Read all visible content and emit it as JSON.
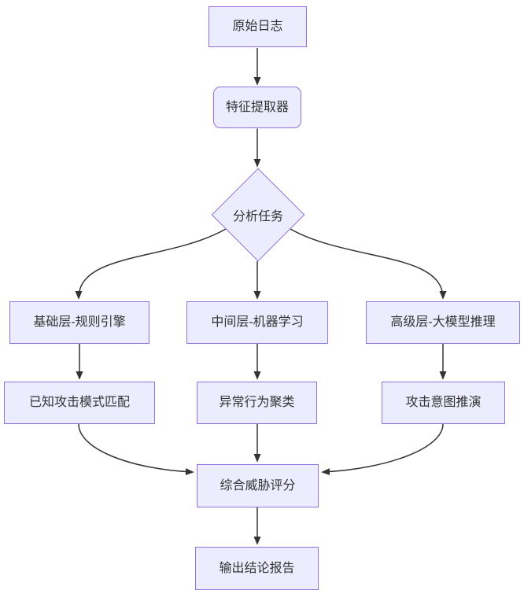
{
  "diagram": {
    "type": "flowchart",
    "direction": "top-down",
    "colors": {
      "node_fill": "#ECECFF",
      "node_border": "#9370DB",
      "edge_stroke": "#333333",
      "text": "#333333",
      "background": "#ffffff"
    },
    "nodes": [
      {
        "id": "raw-logs",
        "label": "原始日志",
        "shape": "rect"
      },
      {
        "id": "feature-extractor",
        "label": "特征提取器",
        "shape": "rounded-rect"
      },
      {
        "id": "analysis-task",
        "label": "分析任务",
        "shape": "diamond"
      },
      {
        "id": "base-layer",
        "label": "基础层-规则引擎",
        "shape": "rect"
      },
      {
        "id": "middle-layer",
        "label": "中间层-机器学习",
        "shape": "rect"
      },
      {
        "id": "advanced-layer",
        "label": "高级层-大模型推理",
        "shape": "rect"
      },
      {
        "id": "known-attack-match",
        "label": "已知攻击模式匹配",
        "shape": "rect"
      },
      {
        "id": "anomaly-clustering",
        "label": "异常行为聚类",
        "shape": "rect"
      },
      {
        "id": "attack-intent",
        "label": "攻击意图推演",
        "shape": "rect"
      },
      {
        "id": "threat-score",
        "label": "综合威胁评分",
        "shape": "rect"
      },
      {
        "id": "output-report",
        "label": "输出结论报告",
        "shape": "rect"
      }
    ],
    "edges": [
      {
        "from": "raw-logs",
        "to": "feature-extractor"
      },
      {
        "from": "feature-extractor",
        "to": "analysis-task"
      },
      {
        "from": "analysis-task",
        "to": "base-layer"
      },
      {
        "from": "analysis-task",
        "to": "middle-layer"
      },
      {
        "from": "analysis-task",
        "to": "advanced-layer"
      },
      {
        "from": "base-layer",
        "to": "known-attack-match"
      },
      {
        "from": "middle-layer",
        "to": "anomaly-clustering"
      },
      {
        "from": "advanced-layer",
        "to": "attack-intent"
      },
      {
        "from": "known-attack-match",
        "to": "threat-score"
      },
      {
        "from": "anomaly-clustering",
        "to": "threat-score"
      },
      {
        "from": "attack-intent",
        "to": "threat-score"
      },
      {
        "from": "threat-score",
        "to": "output-report"
      }
    ]
  }
}
